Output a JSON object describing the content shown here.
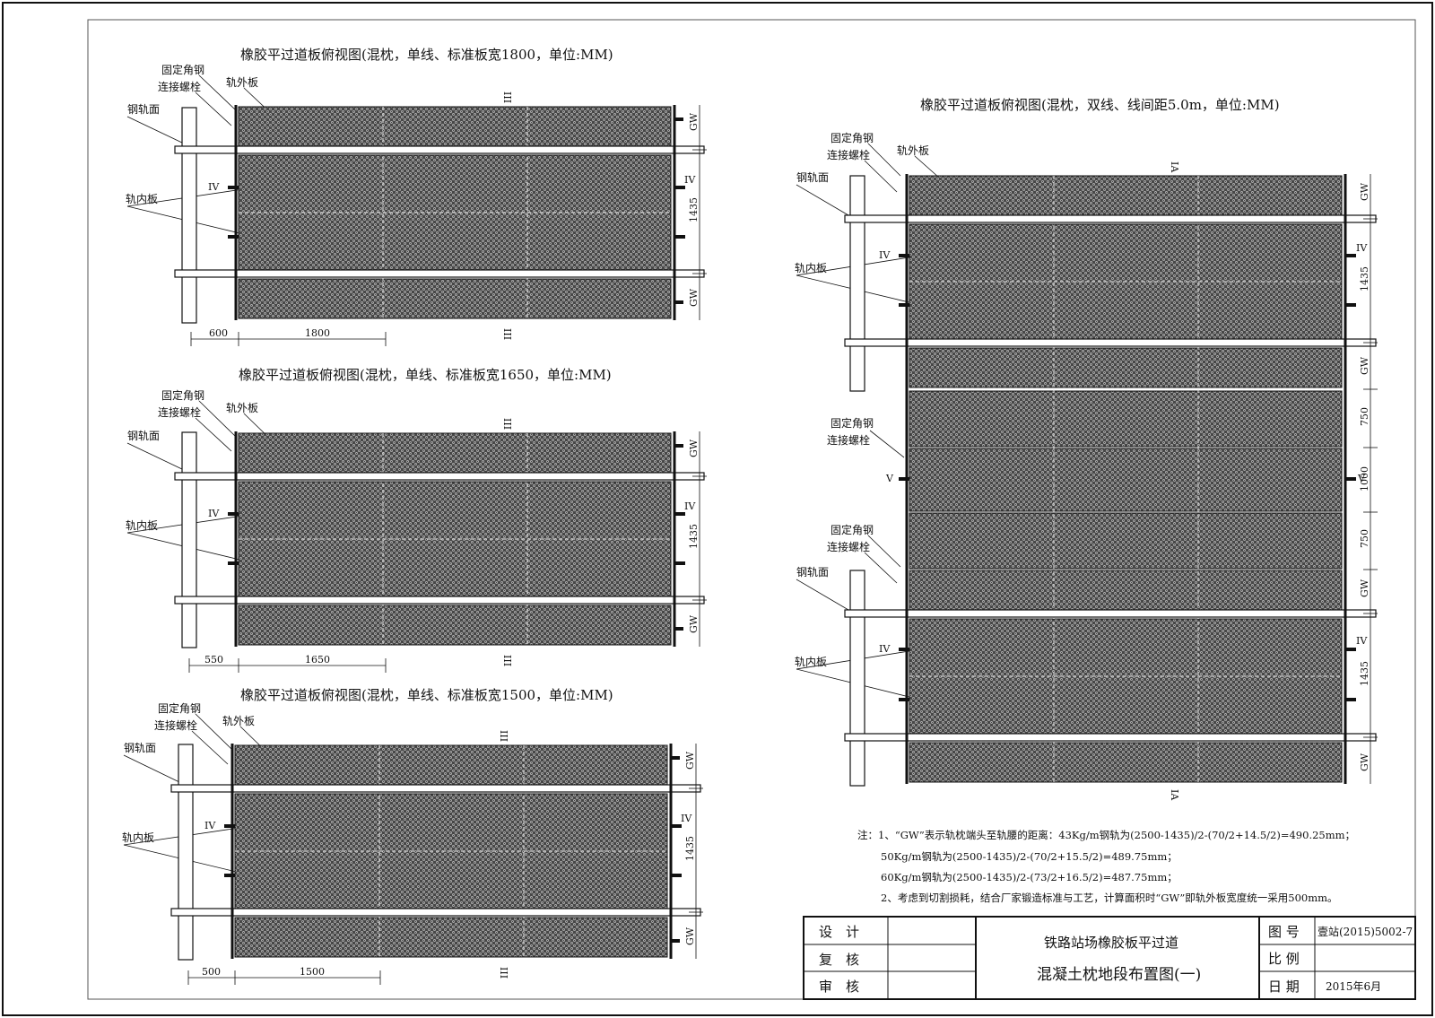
{
  "views": {
    "v1800": {
      "title": "橡胶平过道板俯视图(混枕，单线、标准板宽1800，单位:MM)",
      "fixed_angle": "固定角钢",
      "bolt": "连接螺栓",
      "outer_panel": "轨外板",
      "rail_surface": "钢轨面",
      "inner_panel": "轨内板",
      "sec_iii": "III",
      "sec_iv": "IV",
      "dim_gw": "GW",
      "dim_gauge": "1435",
      "dim_overhang": "600",
      "dim_width": "1800"
    },
    "v1650": {
      "title": "橡胶平过道板俯视图(混枕，单线、标准板宽1650，单位:MM)",
      "fixed_angle": "固定角钢",
      "bolt": "连接螺栓",
      "outer_panel": "轨外板",
      "rail_surface": "钢轨面",
      "inner_panel": "轨内板",
      "sec_iii": "III",
      "sec_iv": "IV",
      "dim_gw": "GW",
      "dim_gauge": "1435",
      "dim_overhang": "550",
      "dim_width": "1650"
    },
    "v1500": {
      "title": "橡胶平过道板俯视图(混枕，单线、标准板宽1500，单位:MM)",
      "fixed_angle": "固定角钢",
      "bolt": "连接螺栓",
      "outer_panel": "轨外板",
      "rail_surface": "钢轨面",
      "inner_panel": "轨内板",
      "sec_iii": "III",
      "sec_iv": "IV",
      "dim_gw": "GW",
      "dim_gauge": "1435",
      "dim_overhang": "500",
      "dim_width": "1500"
    },
    "double": {
      "title": "橡胶平过道板俯视图(混枕，双线、线间距5.0m，单位:MM)",
      "fixed_angle": "固定角钢",
      "bolt": "连接螺栓",
      "outer_panel": "轨外板",
      "rail_surface": "钢轨面",
      "inner_panel": "轨内板",
      "sec_ia": "IA",
      "sec_iv": "IV",
      "sec_v": "V",
      "dim_gw": "GW",
      "dim_gauge": "1435",
      "dim_750": "750",
      "dim_1000": "1000"
    }
  },
  "notes": {
    "line1": "注：1、“GW”表示轨枕端头至轨腰的距离：43Kg/m钢轨为(2500-1435)/2-(70/2+14.5/2)=490.25mm；",
    "line2": "50Kg/m钢轨为(2500-1435)/2-(70/2+15.5/2)=489.75mm；",
    "line3": "60Kg/m钢轨为(2500-1435)/2-(73/2+16.5/2)=487.75mm；",
    "line4": "2、考虑到切割损耗，结合厂家锻造标准与工艺，计算面积时“GW”即轨外板宽度统一采用500mm。"
  },
  "title_block": {
    "design": "设　计",
    "review": "复　核",
    "audit": "审　核",
    "project": "铁路站场橡胶板平过道",
    "drawing_name": "混凝土枕地段布置图(一)",
    "drawing_no_label": "图 号",
    "drawing_no": "壹站(2015)5002-7",
    "scale_label": "比 例",
    "scale": "",
    "date_label": "日 期",
    "date": "2015年6月"
  },
  "colors": {
    "panel": "#4a4a4a",
    "panel_dot": "#d9d9d9",
    "line": "#111111",
    "rail": "#ffffff"
  }
}
